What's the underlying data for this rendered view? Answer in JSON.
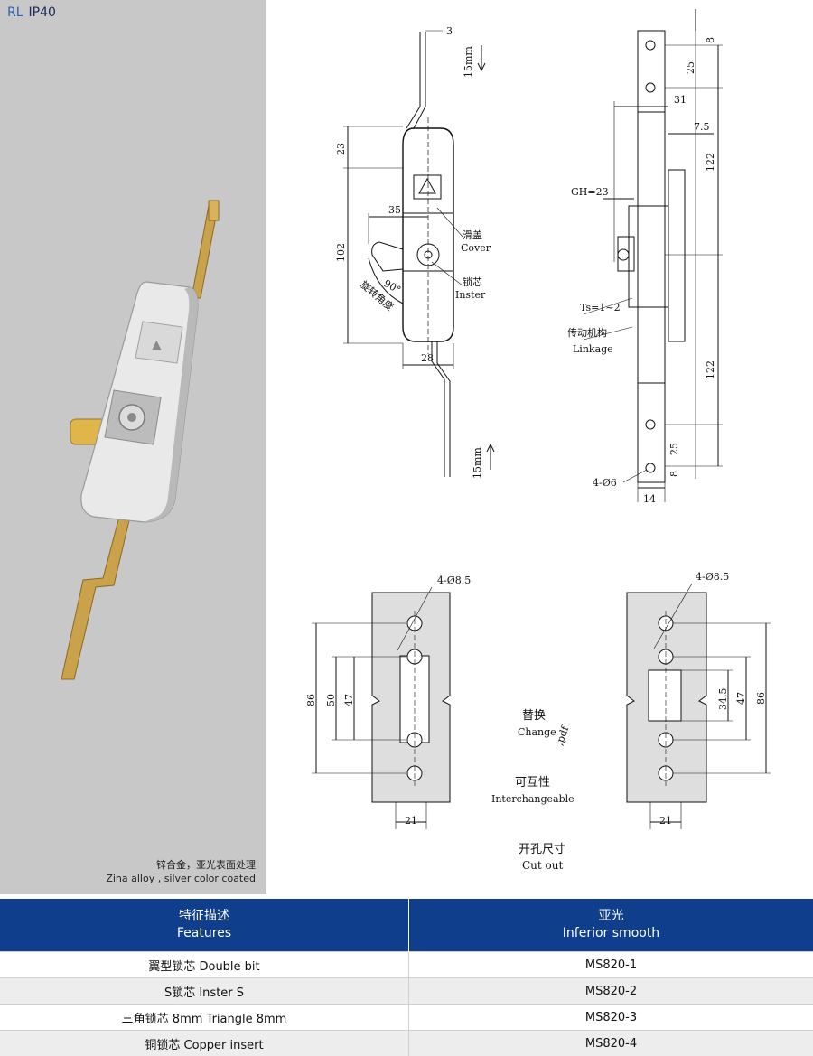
{
  "header": {
    "series_prefix": "RL",
    "series_code": "IP40"
  },
  "photo": {
    "caption_cn": "锌合金，亚光表面处理",
    "caption_en": "Zina alloy , silver color coated"
  },
  "drawing": {
    "front_view": {
      "travel_top": "15mm",
      "travel_bottom": "15mm",
      "dim_rod_width": "3",
      "dim_top_offset": "23",
      "dim_height": "102",
      "dim_handle_reach": "35",
      "dim_width": "28",
      "angle_label": "90°",
      "rotation_label_cn": "旋转角度",
      "cover_cn": "滑盖",
      "cover_en": "Cover",
      "insert_cn": "锁芯",
      "insert_en": "Inster"
    },
    "side_view": {
      "dim_hole_edge_top": "8",
      "dim_hole_spacing_top": "25",
      "dim_depth": "31",
      "dim_step": "7.5",
      "dim_upper_length": "122",
      "dim_lower_length": "122",
      "gh_label": "GH=23",
      "ts_label": "Ts=1~2",
      "linkage_cn": "传动机构",
      "linkage_en": "Linkage",
      "dim_hole_spacing_bottom": "25",
      "dim_hole_edge_bottom": "8",
      "holes_label": "4-Ø6",
      "dim_strip_width": "14"
    },
    "cutout_left": {
      "holes_label": "4-Ø8.5",
      "dim_outer": "86",
      "dim_mid": "50",
      "dim_inner": "47",
      "dim_width": "21"
    },
    "cutout_right": {
      "holes_label": "4-Ø8.5",
      "dim_inner": "34.5",
      "dim_mid": "47",
      "dim_outer": "86",
      "dim_width": "21"
    },
    "change_cn": "替换",
    "change_en": "Change",
    "pdf_label": ",pdf",
    "interchangeable_cn": "可互性",
    "interchangeable_en": "Interchangeable",
    "cutout_cn": "开孔尺寸",
    "cutout_en": "Cut out"
  },
  "table": {
    "header_features_cn": "特征描述",
    "header_features_en": "Features",
    "header_finish_cn": "亚光",
    "header_finish_en": "Inferior smooth",
    "header_color": "#0e3e8c",
    "rows": [
      {
        "feature": "翼型锁芯  Double bit",
        "code": "MS820-1"
      },
      {
        "feature": "S锁芯  Inster S",
        "code": "MS820-2"
      },
      {
        "feature": "三角锁芯 8mm  Triangle 8mm",
        "code": "MS820-3"
      },
      {
        "feature": "铜锁芯  Copper insert",
        "code": "MS820-4"
      }
    ]
  }
}
